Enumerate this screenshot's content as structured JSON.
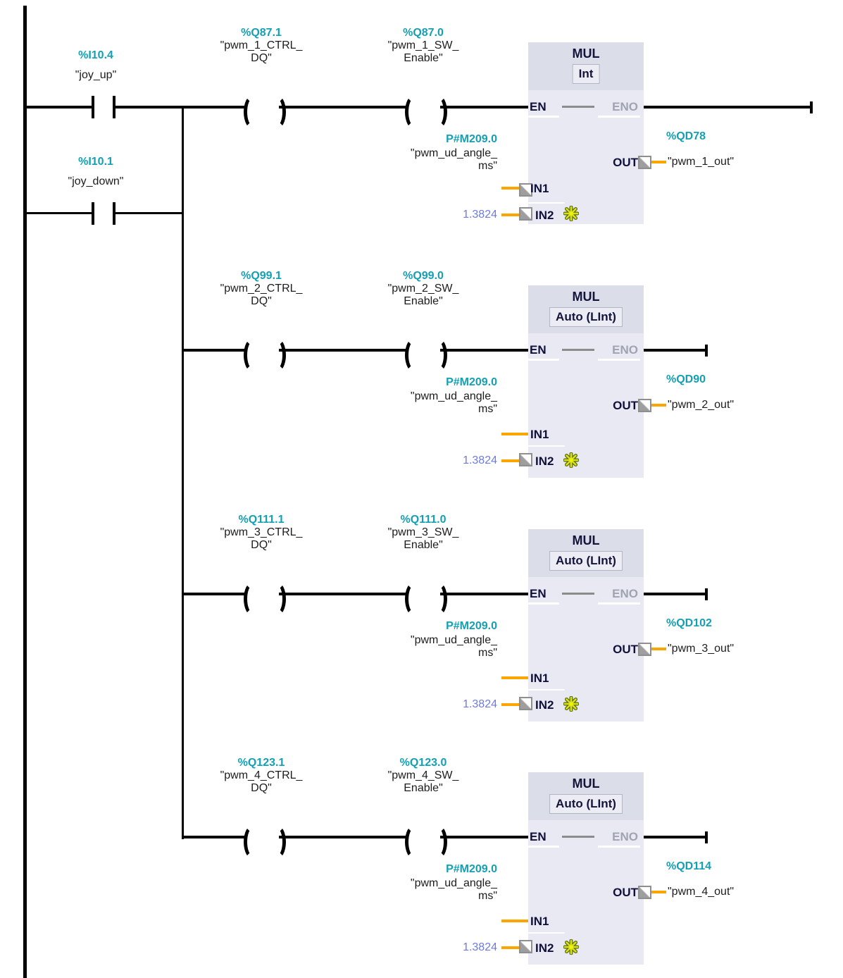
{
  "network": {
    "contacts": [
      {
        "address": "%I10.4",
        "name": "\"joy_up\""
      },
      {
        "address": "%I10.1",
        "name": "\"joy_down\""
      }
    ],
    "rungs": [
      {
        "coil_ctrl": {
          "address": "%Q87.1",
          "name_line1": "\"pwm_1_CTRL_",
          "name_line2": "DQ\""
        },
        "coil_sw": {
          "address": "%Q87.0",
          "name_line1": "\"pwm_1_SW_",
          "name_line2": "Enable\""
        },
        "block": {
          "title": "MUL",
          "type": "Int",
          "en": "EN",
          "eno": "ENO",
          "in1": "IN1",
          "in2": "IN2",
          "out": "OUT"
        },
        "in1": {
          "address": "P#M209.0",
          "name_line1": "\"pwm_ud_angle_",
          "name_line2": "ms\""
        },
        "in2_constant": "1.3824",
        "out": {
          "address": "%QD78",
          "name": "\"pwm_1_out\""
        }
      },
      {
        "coil_ctrl": {
          "address": "%Q99.1",
          "name_line1": "\"pwm_2_CTRL_",
          "name_line2": "DQ\""
        },
        "coil_sw": {
          "address": "%Q99.0",
          "name_line1": "\"pwm_2_SW_",
          "name_line2": "Enable\""
        },
        "block": {
          "title": "MUL",
          "type": "Auto (LInt)",
          "en": "EN",
          "eno": "ENO",
          "in1": "IN1",
          "in2": "IN2",
          "out": "OUT"
        },
        "in1": {
          "address": "P#M209.0",
          "name_line1": "\"pwm_ud_angle_",
          "name_line2": "ms\""
        },
        "in2_constant": "1.3824",
        "out": {
          "address": "%QD90",
          "name": "\"pwm_2_out\""
        }
      },
      {
        "coil_ctrl": {
          "address": "%Q111.1",
          "name_line1": "\"pwm_3_CTRL_",
          "name_line2": "DQ\""
        },
        "coil_sw": {
          "address": "%Q111.0",
          "name_line1": "\"pwm_3_SW_",
          "name_line2": "Enable\""
        },
        "block": {
          "title": "MUL",
          "type": "Auto (LInt)",
          "en": "EN",
          "eno": "ENO",
          "in1": "IN1",
          "in2": "IN2",
          "out": "OUT"
        },
        "in1": {
          "address": "P#M209.0",
          "name_line1": "\"pwm_ud_angle_",
          "name_line2": "ms\""
        },
        "in2_constant": "1.3824",
        "out": {
          "address": "%QD102",
          "name": "\"pwm_3_out\""
        }
      },
      {
        "coil_ctrl": {
          "address": "%Q123.1",
          "name_line1": "\"pwm_4_CTRL_",
          "name_line2": "DQ\""
        },
        "coil_sw": {
          "address": "%Q123.0",
          "name_line1": "\"pwm_4_SW_",
          "name_line2": "Enable\""
        },
        "block": {
          "title": "MUL",
          "type": "Auto (LInt)",
          "en": "EN",
          "eno": "ENO",
          "in1": "IN1",
          "in2": "IN2",
          "out": "OUT"
        },
        "in1": {
          "address": "P#M209.0",
          "name_line1": "\"pwm_ud_angle_",
          "name_line2": "ms\""
        },
        "in2_constant": "1.3824",
        "out": {
          "address": "%QD114",
          "name": "\"pwm_4_out\""
        }
      }
    ]
  },
  "colors": {
    "address_teal": "#14A0B4",
    "constant_blue": "#6E7AE0",
    "connector_orange": "#FCA400",
    "block_fill": "#E8E9F2",
    "block_header_fill": "#DBDDE8",
    "pin_dark": "#10103A",
    "pin_gray": "#A0A3B2",
    "wire_black": "#000000"
  }
}
